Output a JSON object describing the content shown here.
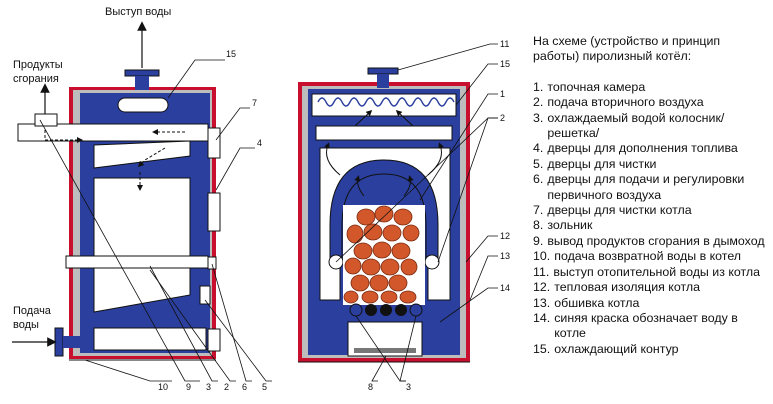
{
  "diagram": {
    "labels": {
      "water_out": "Выступ воды",
      "flue_gases_line1": "Продукты",
      "flue_gases_line2": "сгорания",
      "water_in_line1": "Подача",
      "water_in_line2": "воды"
    },
    "left_callouts": [
      "15",
      "7",
      "4",
      "10",
      "9",
      "3",
      "2",
      "6",
      "5"
    ],
    "right_callouts": [
      "11",
      "15",
      "1",
      "2",
      "12",
      "13",
      "14",
      "8",
      "3"
    ]
  },
  "legend": {
    "intro": "На схеме (устройство и принцип работы) пиролизный котёл:",
    "items": [
      {
        "num": "1.",
        "text": "топочная камера"
      },
      {
        "num": "2.",
        "text": "подача вторичного воздуха"
      },
      {
        "num": "3.",
        "text": "охлаждаемый водой колосник/решетка/"
      },
      {
        "num": "4.",
        "text": "дверцы для дополнения топлива"
      },
      {
        "num": "5.",
        "text": "дверцы для чистки"
      },
      {
        "num": "6.",
        "text": "дверцы для подачи и регулировки первичного воздуха"
      },
      {
        "num": "7.",
        "text": "дверцы для чистки котла"
      },
      {
        "num": "8.",
        "text": "зольник"
      },
      {
        "num": "9.",
        "text": "вывод продуктов сгорания в дымоход"
      },
      {
        "num": "10.",
        "text": "подача возвратной воды в котел"
      },
      {
        "num": "11.",
        "text": "выступ отопительной воды из котла"
      },
      {
        "num": "12.",
        "text": "тепловая изоляция котла"
      },
      {
        "num": "13.",
        "text": "обшивка котла"
      },
      {
        "num": "14.",
        "text": "синяя краска обозначает воду в котле"
      },
      {
        "num": "15.",
        "text": "охлаждающий контур"
      }
    ]
  },
  "colors": {
    "water": "#2b3f9e",
    "casing": "#c8102e",
    "insulation": "#bdbdbd",
    "chamber": "#ffffff",
    "wood": "#d2582c",
    "grate": "#111111"
  }
}
